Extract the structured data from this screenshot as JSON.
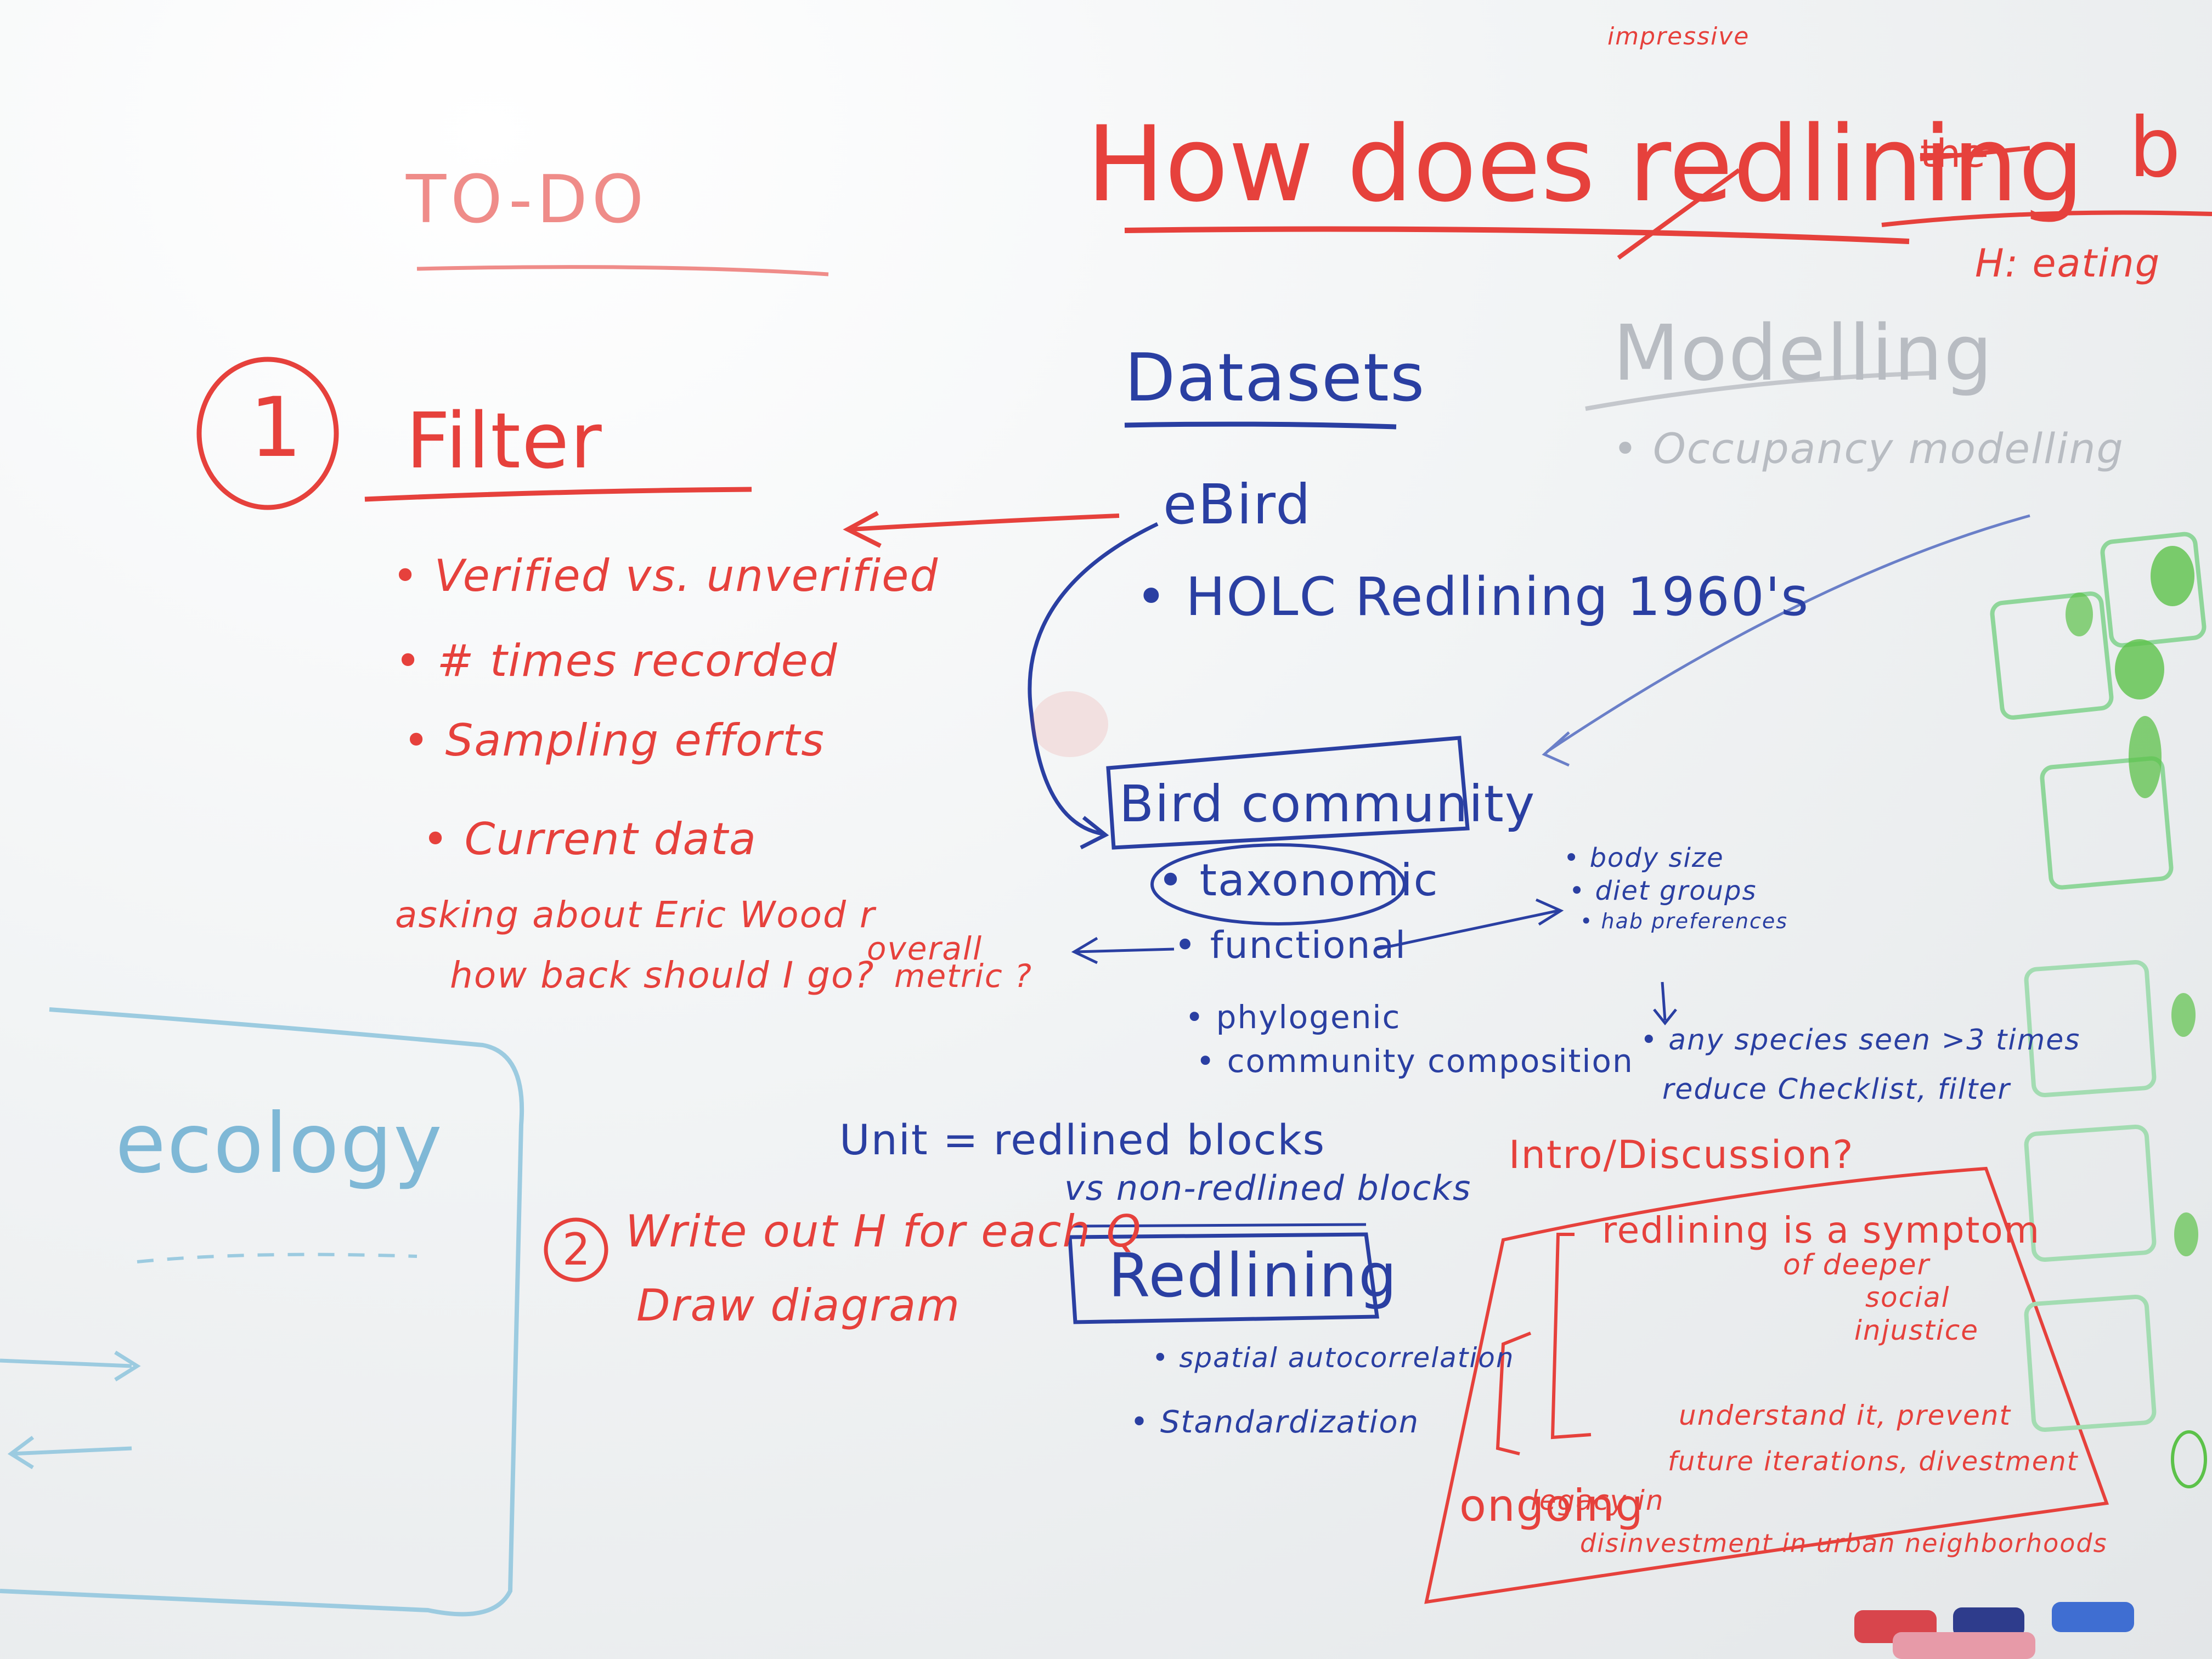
{
  "board": {
    "title_insert": "impressive",
    "title": "How does redlining",
    "title_struck": "the",
    "title_cut": "b",
    "hypothesis_cut": "H: eating",
    "todo": "TO-DO",
    "step1_number": "1",
    "step1_title": "Filter",
    "filter_items": [
      "• Verified vs. unverified",
      "• # times recorded",
      "• Sampling efforts",
      "• Current data"
    ],
    "asking_note_1": "asking about Eric Wood r",
    "asking_note_2": "how back should I go?",
    "overall_metric_1": "overall",
    "overall_metric_2": "metric ?",
    "datasets_heading": "Datasets",
    "dataset_items": [
      "eBird",
      "• HOLC Redlining 1960's"
    ],
    "modelling_heading": "Modelling",
    "modelling_item": "• Occupancy modelling",
    "bird_community": "Bird community",
    "community_items": [
      "• taxonomic",
      "• functional",
      "• phylogenic",
      "• community composition"
    ],
    "trait_items": [
      "• body size",
      "• diet groups",
      "• hab preferences"
    ],
    "species_note_1": "• any species seen >3 times",
    "species_note_2": "reduce Checklist, filter",
    "unit_line_1": "Unit = redlined blocks",
    "unit_line_2": "vs non-redlined blocks",
    "step2_number": "2",
    "step2_line_1": "Write out H for each Q",
    "step2_line_2": "Draw diagram",
    "redlining_box": "Redlining",
    "redlining_items": [
      "• spatial autocorrelation",
      "• Standardization"
    ],
    "intro_heading": "Intro/Discussion?",
    "intro_lines": [
      "redlining is a symptom",
      "of deeper",
      "social",
      "injustice",
      "understand it, prevent",
      "future iterations, divestment",
      "legacy in",
      "disinvestment in urban neighborhoods"
    ],
    "ongoing": "ongoing",
    "ecology": "ecology"
  },
  "colors": {
    "red_marker": "#e6413c",
    "blue_marker": "#2a3fa2",
    "light_blue_marker": "#7fb8d6",
    "green_marker": "#5cc24a",
    "faded_gray": "#b8bcc2",
    "board": "#f3f5f6"
  },
  "icons": [
    "arrow-left-icon",
    "curved-arrow-icon",
    "bracket-icon",
    "sticky-note-icon"
  ]
}
